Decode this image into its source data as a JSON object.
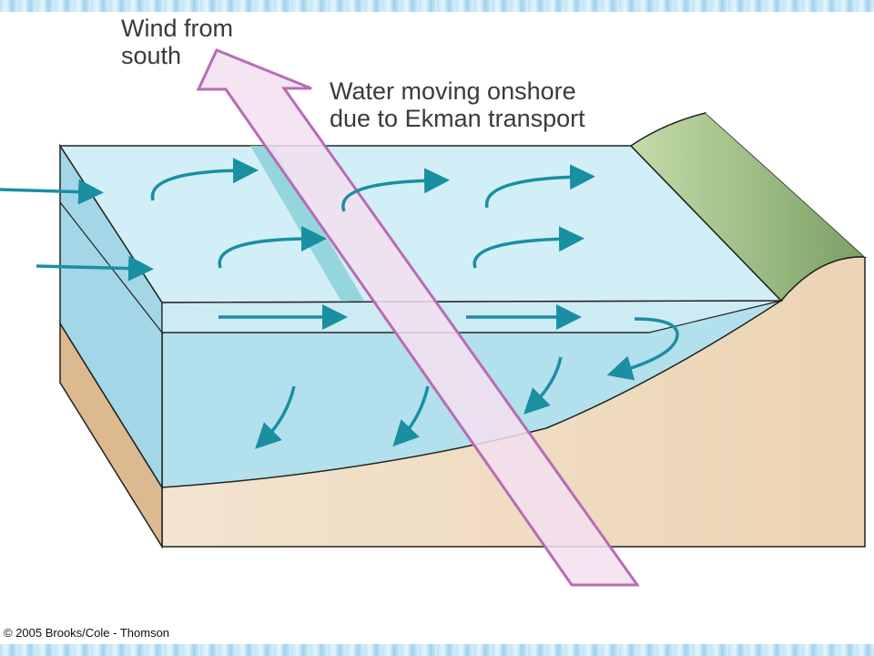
{
  "labels": {
    "wind": [
      "Wind from",
      "south"
    ],
    "water": [
      "Water moving onshore",
      "due to Ekman transport"
    ]
  },
  "copyright": "© 2005 Brooks/Cole - Thomson",
  "colors": {
    "water_top": "#d2eef6",
    "water_front": "#b2e0ec",
    "water_side": "#9fd3e4",
    "sand_front": "#f1dcc3",
    "sand_side": "#dcb98e",
    "shore_top": "#aec98e",
    "arrow": "#1a8fa2",
    "wind_fill": "#f3dff0",
    "wind_stroke": "#b86cb4",
    "outline": "#222222"
  }
}
